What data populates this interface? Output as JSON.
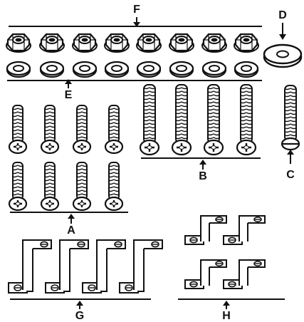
{
  "parts_diagram": {
    "labels": {
      "a": "A",
      "b": "B",
      "c": "C",
      "d": "D",
      "e": "E",
      "f": "F",
      "g": "G",
      "h": "H"
    },
    "counts": {
      "hex_nuts": 8,
      "flat_washers": 8,
      "large_washer": 1,
      "short_screws": 8,
      "long_screws": 4,
      "single_screw": 1,
      "z_brackets_g": 4,
      "z_brackets_h": 4
    }
  }
}
